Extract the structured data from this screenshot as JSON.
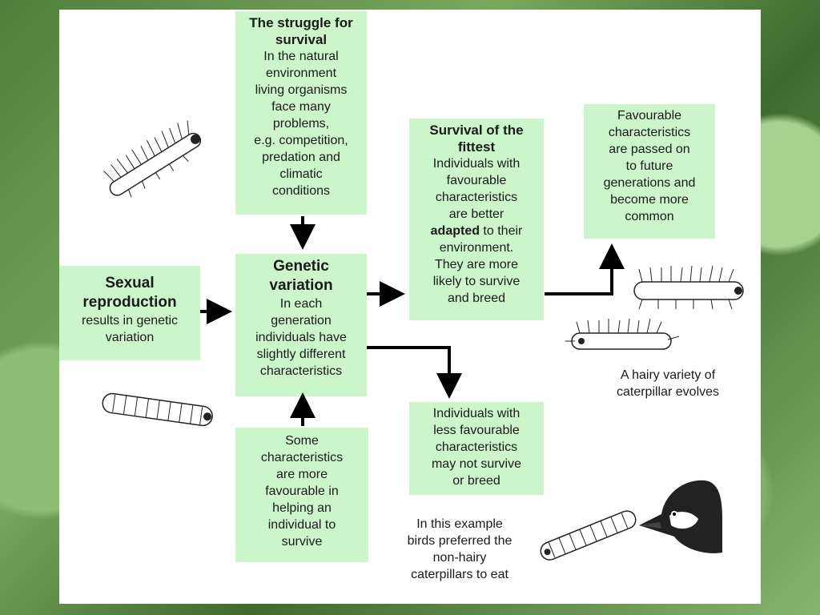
{
  "boxes": {
    "struggle": {
      "title": "The struggle for survival",
      "body": "In the natural\nenvironment\nliving organisms\nface many\nproblems,\ne.g. competition,\npredation and\nclimatic\nconditions"
    },
    "sexual": {
      "title": "Sexual reproduction",
      "body": "results in genetic\nvariation"
    },
    "genetic": {
      "title": "Genetic variation",
      "body": "In each\ngeneration\nindividuals have\nslightly different\ncharacteristics"
    },
    "favourable_some": {
      "body": "Some\ncharacteristics\nare more\nfavourable in\nhelping an\nindividual to\nsurvive"
    },
    "fittest": {
      "title": "Survival of the fittest",
      "body_1": "Individuals with\nfavourable\ncharacteristics\nare better",
      "adapted": "adapted",
      "body_2": " to their",
      "body_3": "environment.\nThey are more\nlikely to survive\nand breed"
    },
    "passed_on": {
      "body": "Favourable\ncharacteristics\nare passed on\nto future\ngenerations and\nbecome more\ncommon"
    },
    "less_favourable": {
      "body": "Individuals with\nless favourable\ncharacteristics\nmay not survive\nor breed"
    }
  },
  "captions": {
    "hairy_variety": "A hairy variety of\ncaterpillar evolves",
    "bird_example": "In this example\nbirds preferred the\nnon-hairy\ncaterpillars to eat"
  },
  "colors": {
    "box_fill": "#ccf5cc",
    "arrow": "#000000",
    "panel": "#ffffff"
  }
}
